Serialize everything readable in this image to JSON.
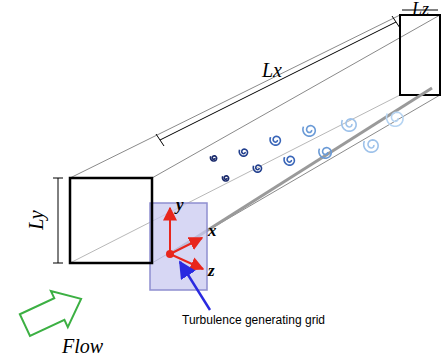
{
  "diagram": {
    "labels": [
      "Lz",
      "Lx",
      "Ly",
      "y",
      "x",
      "z",
      "Flow",
      "Turbulence generating grid"
    ]
  }
}
